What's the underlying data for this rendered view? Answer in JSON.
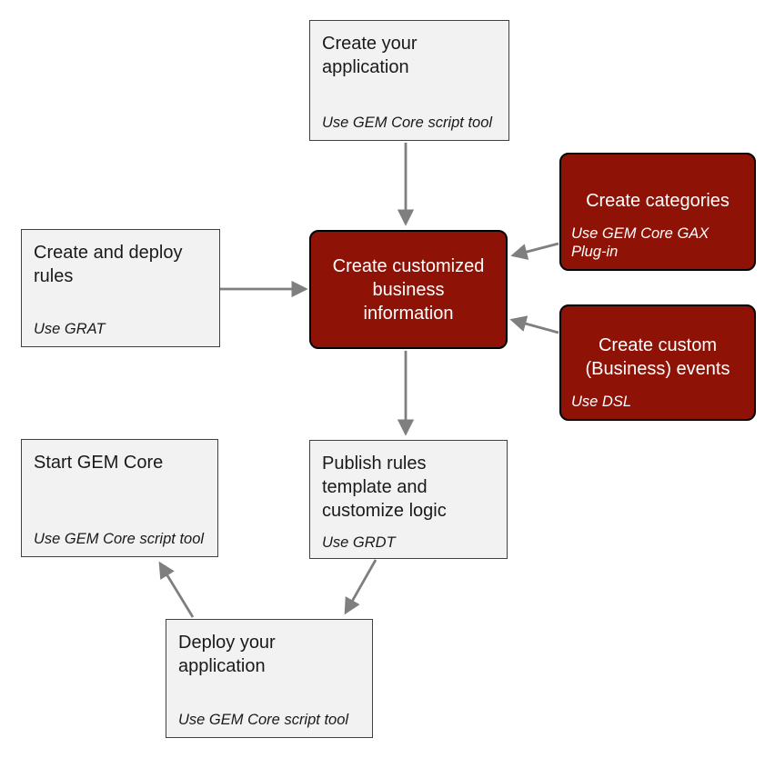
{
  "diagram": {
    "description": "Workflow flowchart of GEM Core application setup steps",
    "colors": {
      "dark_fill": "#8E1206",
      "dark_border": "#000000",
      "dark_text": "#FFFFFF",
      "light_fill": "#F2F2F2",
      "light_border": "#404040",
      "light_text": "#1A1A1A",
      "arrow": "#7F7F7F"
    },
    "nodes": [
      {
        "id": "create-application",
        "title": "Create your\napplication",
        "subtitle": "Use GEM Core script tool",
        "variant": "light"
      },
      {
        "id": "create-categories",
        "title": "Create categories",
        "subtitle": "Use GEM Core GAX Plug-in",
        "variant": "dark"
      },
      {
        "id": "create-and-deploy-rules",
        "title": "Create and deploy\nrules",
        "subtitle": "Use GRAT",
        "variant": "light"
      },
      {
        "id": "create-customized-business-information",
        "title": "Create customized\nbusiness\ninformation",
        "subtitle": "",
        "variant": "dark"
      },
      {
        "id": "create-custom-business-events",
        "title": "Create custom\n(Business) events",
        "subtitle": "Use DSL",
        "variant": "dark"
      },
      {
        "id": "start-gem-core",
        "title": "Start GEM Core",
        "subtitle": "Use GEM Core script tool",
        "variant": "light"
      },
      {
        "id": "publish-rules-template",
        "title": "Publish rules\ntemplate and\ncustomize logic",
        "subtitle": "Use GRDT",
        "variant": "light"
      },
      {
        "id": "deploy-your-application",
        "title": "Deploy your\napplication",
        "subtitle": "Use GEM Core script tool",
        "variant": "light"
      }
    ],
    "edges": [
      {
        "from": "create-application",
        "to": "create-customized-business-information"
      },
      {
        "from": "create-and-deploy-rules",
        "to": "create-customized-business-information"
      },
      {
        "from": "create-categories",
        "to": "create-customized-business-information"
      },
      {
        "from": "create-custom-business-events",
        "to": "create-customized-business-information"
      },
      {
        "from": "create-customized-business-information",
        "to": "publish-rules-template"
      },
      {
        "from": "publish-rules-template",
        "to": "deploy-your-application"
      },
      {
        "from": "deploy-your-application",
        "to": "start-gem-core"
      }
    ]
  }
}
